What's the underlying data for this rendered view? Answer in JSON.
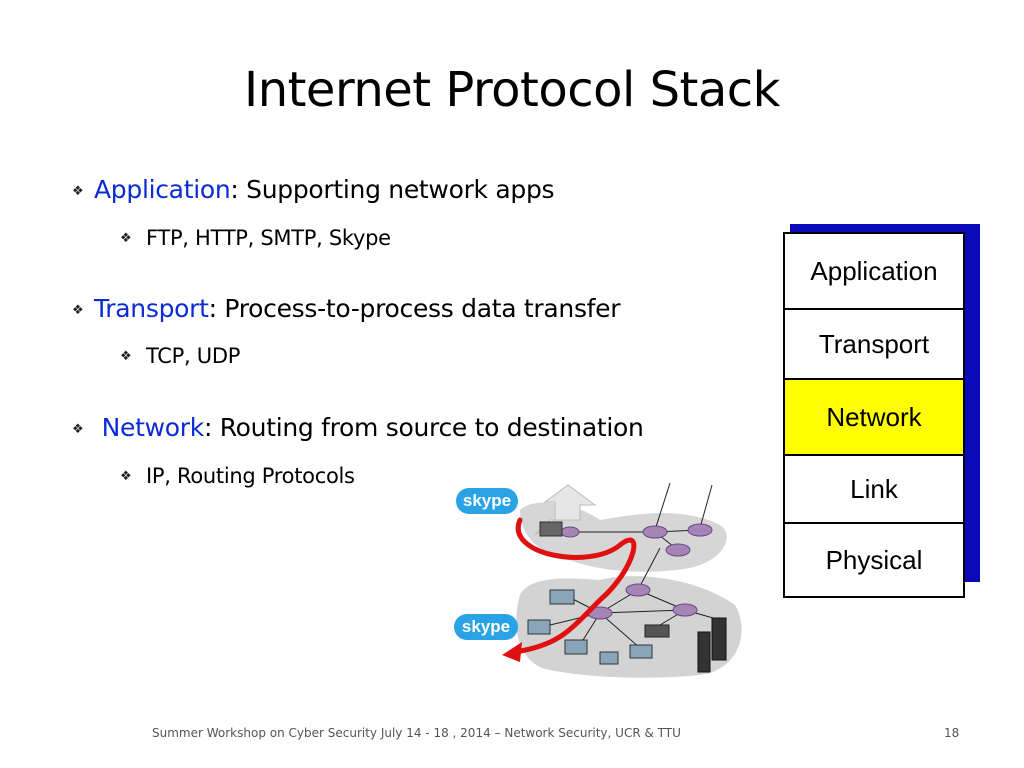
{
  "slide": {
    "title": "Internet Protocol Stack",
    "bullets": [
      {
        "keyword": "Application",
        "text": ": Supporting network apps",
        "sub": "FTP, HTTP,  SMTP, Skype"
      },
      {
        "keyword": "Transport",
        "text": ": Process-to-process data transfer",
        "sub": "TCP, UDP"
      },
      {
        "keyword": "Network",
        "text": ": Routing from source to destination",
        "sub": "IP, Routing Protocols"
      }
    ],
    "stack": [
      "Application",
      "Transport",
      "Network",
      "Link",
      "Physical"
    ],
    "highlighted_layer": "Network",
    "network_labels": {
      "skype_top": "skype",
      "skype_bottom": "skype"
    },
    "footer": {
      "text": "Summer Workshop on Cyber Security July 14 - 18 , 2014 – Network Security, UCR & TTU",
      "page_number": "18"
    }
  },
  "colors": {
    "keyword": "#0a2bd6",
    "stack_shadow": "#0a0ab8",
    "highlight": "#ffff00",
    "route": "#e01010",
    "skype": "#2aa2e6"
  }
}
